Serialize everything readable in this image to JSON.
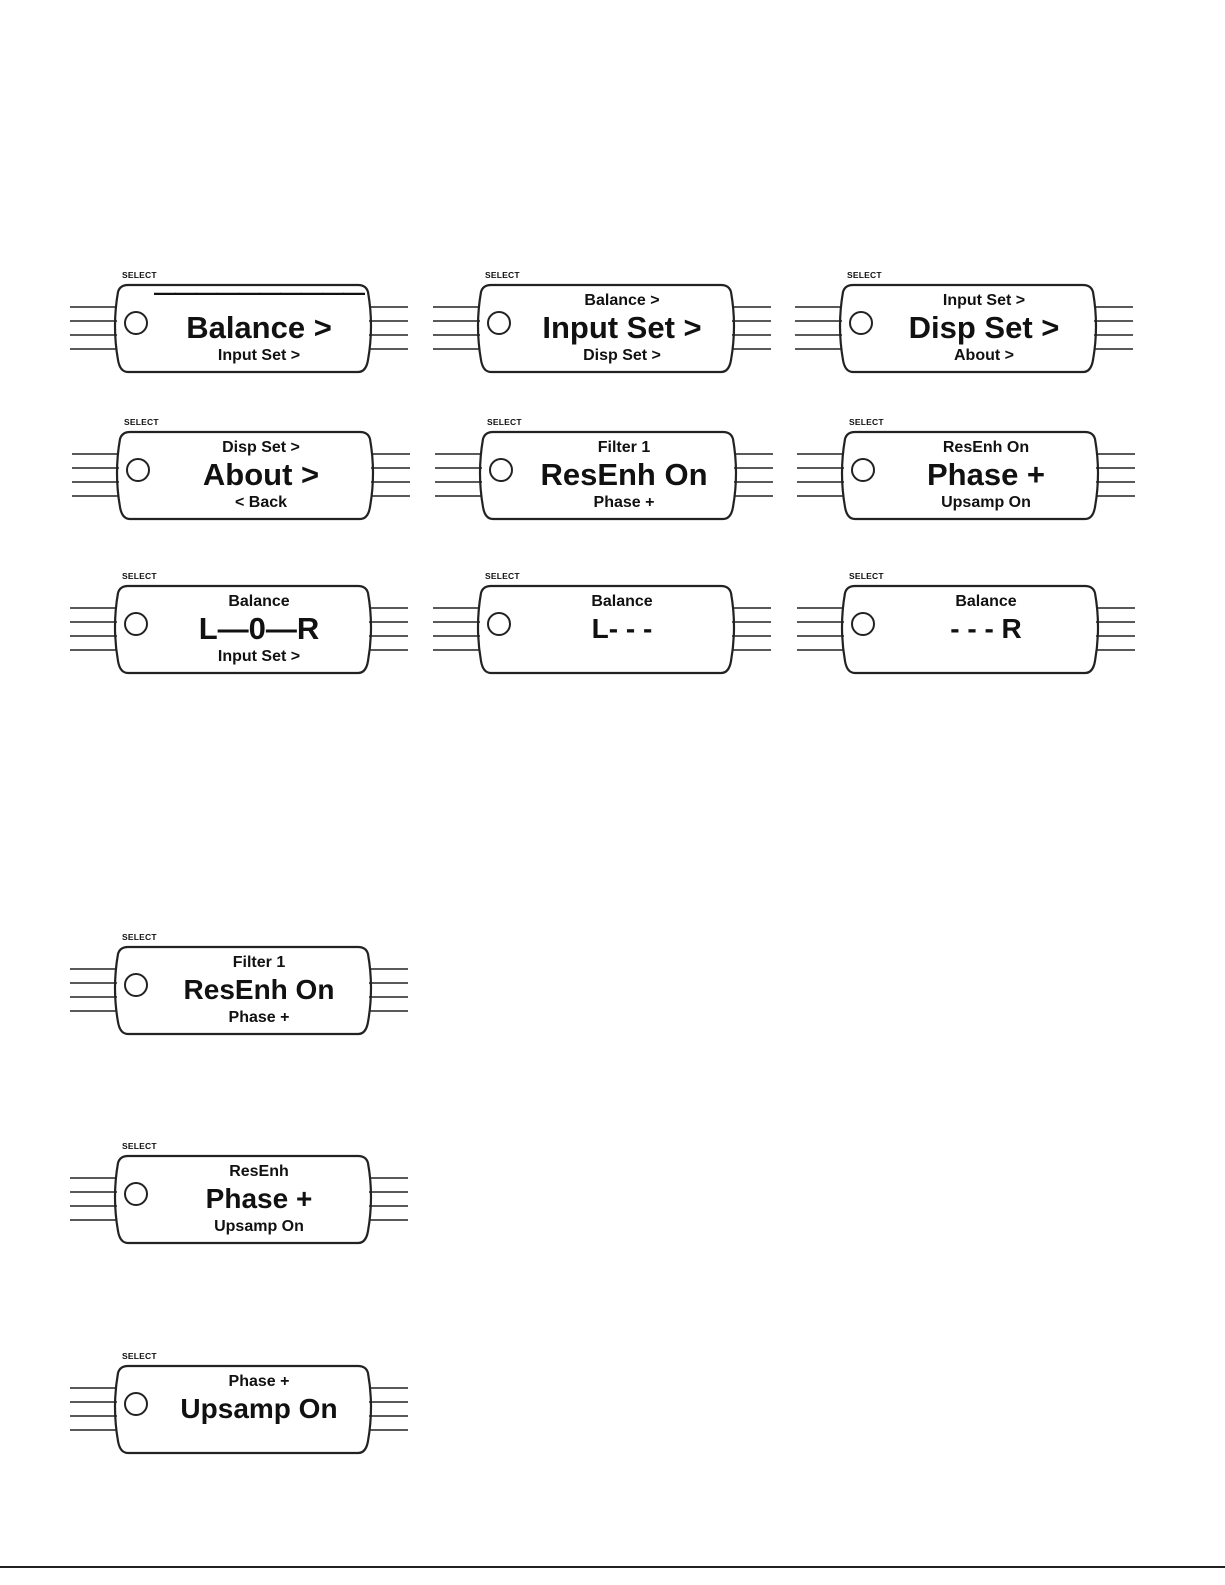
{
  "select_label": "SELECT",
  "panels": [
    {
      "top": "——————————",
      "main": "Balance >",
      "bottom": "Input Set >"
    },
    {
      "top": "Balance >",
      "main": "Input Set >",
      "bottom": "Disp Set >"
    },
    {
      "top": "Input Set >",
      "main": "Disp Set >",
      "bottom": "About >"
    },
    {
      "top": "Disp Set >",
      "main": "About >",
      "bottom": "< Back"
    },
    {
      "top": "Filter 1",
      "main": "ResEnh On",
      "bottom": "Phase +"
    },
    {
      "top": "ResEnh On",
      "main": "Phase +",
      "bottom": "Upsamp On"
    },
    {
      "top": "Balance",
      "main": "L—0—R",
      "bottom": "Input Set >"
    },
    {
      "top": "Balance",
      "main": "L- - -",
      "bottom": ""
    },
    {
      "top": "Balance",
      "main": "- - - R",
      "bottom": ""
    },
    {
      "top": "Filter 1",
      "main": "ResEnh On",
      "bottom": "Phase +"
    },
    {
      "top": "ResEnh",
      "main": "Phase +",
      "bottom": "Upsamp On"
    },
    {
      "top": "Phase +",
      "main": "Upsamp On",
      "bottom": ""
    }
  ]
}
